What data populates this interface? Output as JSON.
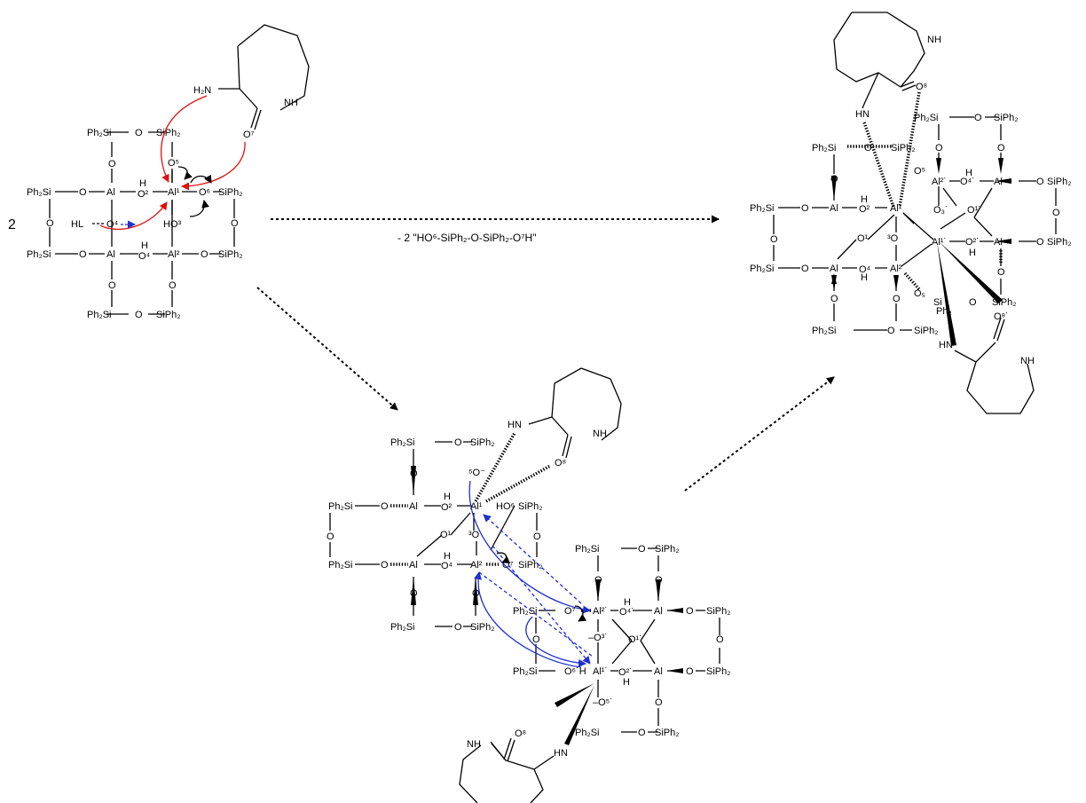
{
  "coefficient": "2",
  "byproduct_label": "- 2 \"HO⁶-SiPh₂-O-SiPh₂-O⁷H\"",
  "accent_colors": {
    "red_arrows": "#e01010",
    "blue_arrows": "#1f2fd0"
  },
  "reactant": {
    "si_left": "Ph₂Si",
    "si_right": "SiPh₂",
    "o": "O",
    "al": "Al",
    "al1": "Al¹",
    "al2": "Al²",
    "o2": "O²",
    "o4": "O⁴",
    "o5": "O⁵",
    "o6": "O⁶",
    "o7": "O⁷",
    "o4_blue": "O⁴",
    "ho3": "HO³",
    "h": "H",
    "hl": "HL",
    "h2n": "H₂N",
    "nh": "NH"
  },
  "intermediate": {
    "si_left": "Ph₂Si",
    "si_right": "SiPh₂",
    "o": "O",
    "al": "Al",
    "al1": "Al¹",
    "al2": "Al²",
    "al1p": "Al¹˙",
    "al2p": "Al²˙",
    "o1": "O¹",
    "o2": "O²",
    "o3": "³O",
    "o4": "O⁴",
    "o5": "⁵O⁻",
    "o7": "O⁷",
    "o8": "O⁸",
    "o1p": "O¹˙",
    "o2p": "O²˙",
    "o3p": "–O³˙",
    "o4p": "O⁴˙",
    "o5p": "–O⁵˙",
    "o6p": "O⁶˙H",
    "o7p": "O⁷",
    "o8p": "O⁸",
    "ho6": "HO⁶",
    "h": "H",
    "hn": "HN",
    "nh": "NH"
  },
  "product": {
    "si_left": "Ph₂Si",
    "si_right": "SiPh₂",
    "o": "O",
    "al": "Al",
    "al1": "Al¹",
    "al2": "Al²",
    "al1p": "Al¹˙",
    "al2p": "Al²˙",
    "o1": "O¹",
    "o2": "O²",
    "o3": "³O",
    "o4": "O⁴",
    "o5": "O⁵",
    "o8": "O⁸",
    "o1p": "O¹˙",
    "o2p": "O²˙",
    "o3p": "O₃˙",
    "o4p": "O⁴˙",
    "o5p": "O₅",
    "o8p": "O⁸˙",
    "h": "H",
    "hn": "HN",
    "nh": "NH",
    "si_frag": "Si",
    "ph2_frag": "Ph₂"
  }
}
